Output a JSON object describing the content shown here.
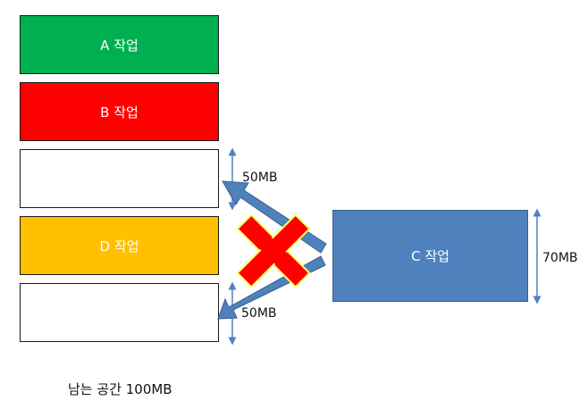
{
  "colors": {
    "block_a": "#00b050",
    "block_b": "#ff0000",
    "block_free": "#ffffff",
    "block_d": "#ffc000",
    "block_c": "#4f81bd",
    "arrow": "#4f81bd",
    "x_mark": "#ff0000",
    "x_mark_outline": "#ffff66"
  },
  "blocks": {
    "a": "A 작업",
    "b": "B 작업",
    "d": "D 작업",
    "c": "C 작업"
  },
  "labels": {
    "free_top_size": "50MB",
    "free_bottom_size": "50MB",
    "c_size": "70MB",
    "remaining": "남는 공간 100MB"
  }
}
